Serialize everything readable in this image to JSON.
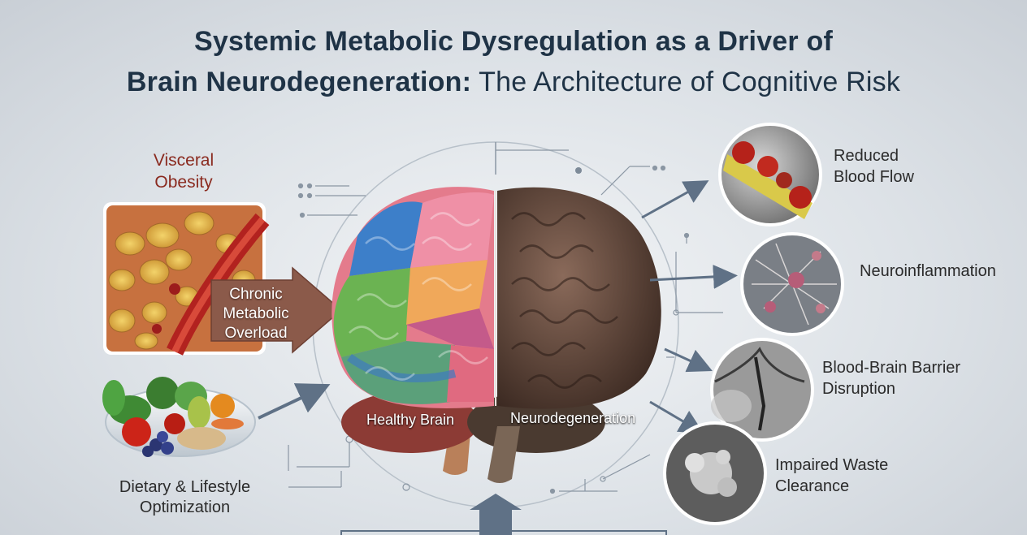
{
  "title": {
    "line1": "Systemic Metabolic Dysregulation as a Driver of",
    "line2_bold": "Brain Neurodegeneration:",
    "line2_rest": " The Architecture of Cognitive Risk"
  },
  "left": {
    "visceral_obesity": "Visceral\nObesity",
    "chronic_overload": "Chronic\nMetabolic\nOverload",
    "dietary": "Dietary & Lifestyle\nOptimization"
  },
  "brain": {
    "healthy": "Healthy Brain",
    "neurodegeneration": "Neurodegeneration"
  },
  "outcomes": [
    {
      "label": "Reduced\nBlood Flow"
    },
    {
      "label": "Neuroinflammation"
    },
    {
      "label": "Blood-Brain Barrier\nDisruption"
    },
    {
      "label": "Impaired Waste\nClearance"
    }
  ],
  "colors": {
    "title": "#1f3346",
    "accent_red": "#8a2a1f",
    "arrow": "#5f7186",
    "overload_arrow": "#7a4a3c"
  }
}
